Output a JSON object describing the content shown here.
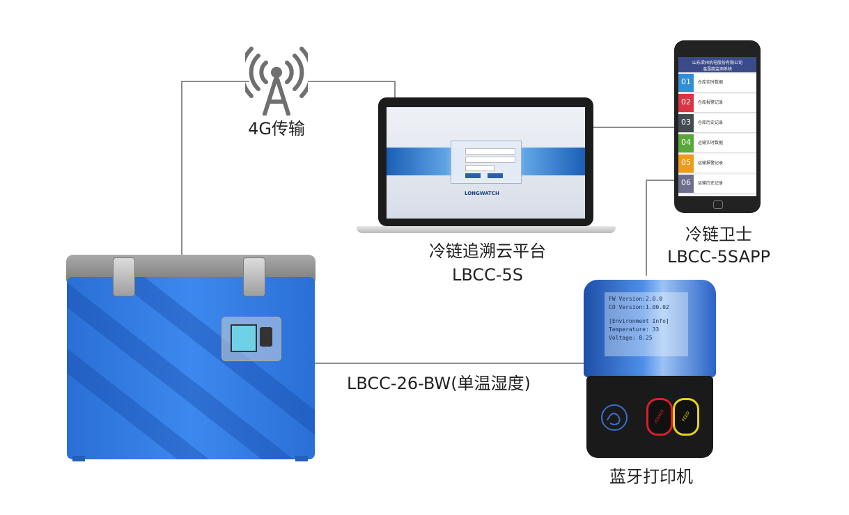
{
  "labels": {
    "transmission": "4G传输",
    "platform_name": "冷链追溯云平台",
    "platform_model": "LBCC-5S",
    "app_name": "冷链卫士",
    "app_model": "LBCC-5SAPP",
    "device_model": "LBCC-26-BW(单温湿度)",
    "printer": "蓝牙打印机"
  },
  "laptop": {
    "brand": "LONGWATCH"
  },
  "phone": {
    "header_line1": "山东梁州机电股份有限公司",
    "header_line2": "温湿度监测系统",
    "menu": [
      {
        "num": "01",
        "label": "仓库实时数据",
        "color": "#2f8fd8"
      },
      {
        "num": "02",
        "label": "仓库报警记录",
        "color": "#d83545"
      },
      {
        "num": "03",
        "label": "仓库历史记录",
        "color": "#444a52"
      },
      {
        "num": "04",
        "label": "运输实时数据",
        "color": "#5aa83a"
      },
      {
        "num": "05",
        "label": "运输报警记录",
        "color": "#f09a1c"
      },
      {
        "num": "06",
        "label": "运输历史记录",
        "color": "#6b6f8c"
      }
    ]
  },
  "printer_receipt": {
    "line1": "FW Version:2.0.0",
    "line2": "CO Version:1.00.02",
    "line3": "[Environment Info]",
    "line4": "Temperature: 33",
    "line5": "Voltage: 8.25"
  },
  "printer_buttons": {
    "power": "POWER",
    "feed": "FEED"
  },
  "colors": {
    "connector": "#8c8c8c",
    "cooler_blue": "#3d88ee",
    "power_ring": "#d8202c",
    "feed_ring": "#e8d21c"
  },
  "icons": {
    "antenna": "radio-tower-icon"
  }
}
